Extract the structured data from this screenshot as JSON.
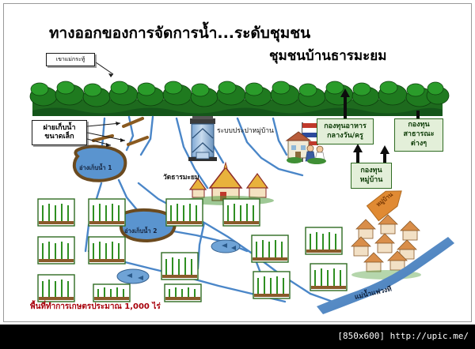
{
  "document": {
    "title_main": "ทางออกของการจัดการน้ำ...ระดับชุมชน",
    "title_sub": "ชุมชนบ้านธารมะยม"
  },
  "callouts": {
    "mountain": "เขาแม่กระทู้",
    "weir_line1": "ฝายเก็บน้ำ",
    "weir_line2": "ขนาดเล็ก"
  },
  "map_labels": {
    "waterworks": "ระบบประปาหมู่บ้าน",
    "temple": "วัดธารมะยม",
    "reservoir1": "อ่างเก็บน้ำ 1",
    "reservoir2": "อ่างเก็บน้ำ 2",
    "village_banner": "หมู่บ้าน",
    "river": "แม่น้ำแฟวงที",
    "farmland": "พื้นที่ทำการเกษตรประมาณ 1,000 ไร่"
  },
  "funds": {
    "lunch_line1": "กองทุนอาหาร",
    "lunch_line2": "กลางวัน/ครู",
    "public_line1": "กองทุน",
    "public_line2": "สาธารณะ",
    "public_line3": "ต่างๆ",
    "village_line1": "กองทุน",
    "village_line2": "หมู่บ้าน"
  },
  "footer": {
    "watermark": "[850x600] http://upic.me/"
  },
  "colors": {
    "forest_dark": "#1f6a1f",
    "forest_mid": "#2d8b2d",
    "water_blue": "#4a86c8",
    "fund_green_fill": "#e3efd9",
    "fund_green_border": "#2f6b22",
    "farm_red": "#a8000b",
    "village_orange": "#e08a33",
    "footer_black": "#000000"
  }
}
